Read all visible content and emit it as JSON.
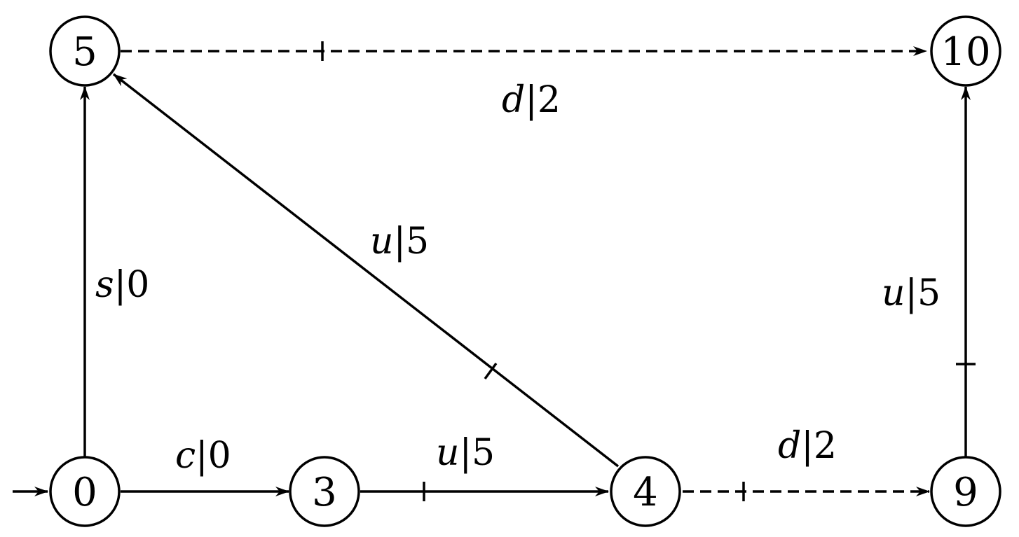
{
  "diagram": {
    "nodes": [
      {
        "id": "n0",
        "label": "0"
      },
      {
        "id": "n3",
        "label": "3"
      },
      {
        "id": "n4",
        "label": "4"
      },
      {
        "id": "n9",
        "label": "9"
      },
      {
        "id": "n5",
        "label": "5"
      },
      {
        "id": "n10",
        "label": "10"
      }
    ],
    "edges": [
      {
        "from": "n0",
        "to": "n3",
        "symbol": "c",
        "weight": "0",
        "style": "solid"
      },
      {
        "from": "n3",
        "to": "n4",
        "symbol": "u",
        "weight": "5",
        "style": "solid"
      },
      {
        "from": "n4",
        "to": "n9",
        "symbol": "d",
        "weight": "2",
        "style": "dashed"
      },
      {
        "from": "n9",
        "to": "n10",
        "symbol": "u",
        "weight": "5",
        "style": "solid"
      },
      {
        "from": "n0",
        "to": "n5",
        "symbol": "s",
        "weight": "0",
        "style": "solid"
      },
      {
        "from": "n4",
        "to": "n5",
        "symbol": "u",
        "weight": "5",
        "style": "solid"
      },
      {
        "from": "n5",
        "to": "n10",
        "symbol": "d",
        "weight": "2",
        "style": "dashed"
      }
    ],
    "initial_node": "n0",
    "colors": {
      "stroke": "#000000",
      "background": "#ffffff"
    }
  }
}
